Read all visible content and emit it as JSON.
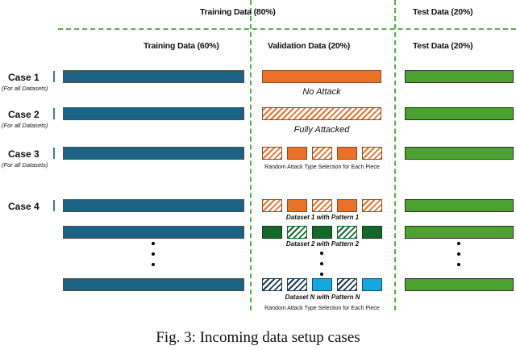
{
  "figure": {
    "caption": "Fig. 3: Incoming data setup cases"
  },
  "headers": {
    "training_80": "Training Data (80%)",
    "test_20_top": "Test Data (20%)",
    "training_60": "Training Data (60%)",
    "validation_20": "Validation Data (20%)",
    "test_20_bottom": "Test Data (20%)"
  },
  "cases": [
    {
      "label": "Case 1",
      "sub": "(For all Datasets)",
      "annotation": "No Attack"
    },
    {
      "label": "Case 2",
      "sub": "(For all Datasets)",
      "annotation": "Fully Attacked"
    },
    {
      "label": "Case 3",
      "sub": "(For all Datasets)",
      "annotation": "Random Attack Type Selection for Each Piece"
    },
    {
      "label": "Case 4",
      "sub": "",
      "datasets": [
        {
          "annotation": "Dataset 1 with Pattern 1"
        },
        {
          "annotation": "Dataset 2 with Pattern 2"
        },
        {
          "annotation": "Dataset N with Pattern N"
        }
      ],
      "annotation": "Random Attack Type Selection for Each Piece"
    }
  ],
  "colors": {
    "training_blue": "#1a6384",
    "test_green": "#4ba22e",
    "validation_orange": "#ec7128",
    "dataset2_dark_green": "#14682a",
    "datasetN_cyan": "#14a7e0",
    "divider_green": "#53b04a",
    "case_tick_blue": "#3b7ea1"
  },
  "piece_patterns": {
    "case3": [
      "hatch",
      "solid",
      "hatch",
      "solid",
      "hatch"
    ],
    "dataset1": [
      "hatch",
      "solid",
      "hatch",
      "solid",
      "hatch"
    ],
    "dataset2": [
      "solid",
      "hatch",
      "solid",
      "hatch",
      "solid"
    ],
    "datasetN": [
      "hatch",
      "hatch",
      "solid",
      "hatch",
      "solid"
    ]
  }
}
